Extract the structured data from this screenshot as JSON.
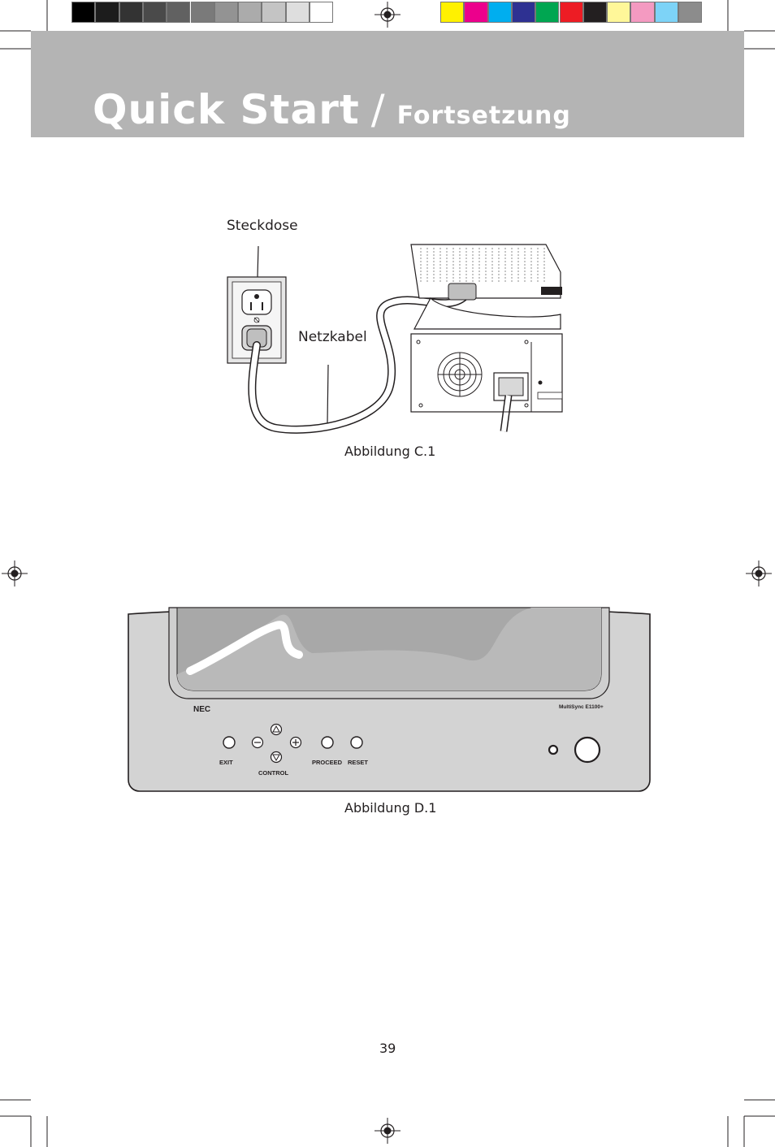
{
  "page": {
    "title_main": "Quick Start",
    "title_slash": "/",
    "title_sub": "Fortsetzung",
    "page_number": "39"
  },
  "figure_c1": {
    "outlet_label": "Steckdose",
    "cable_label": "Netzkabel",
    "caption": "Abbildung C.1"
  },
  "figure_d1": {
    "brand": "NEC",
    "model": "MultiSync E1100+",
    "exit_label": "EXIT",
    "control_label": "CONTROL",
    "proceed_label": "PROCEED",
    "reset_label": "RESET",
    "caption": "Abbildung D.1"
  },
  "color_bar": {
    "grays": [
      "#000000",
      "#1c1c1c",
      "#333333",
      "#4a4a4a",
      "#616161",
      "#7a7a7a",
      "#939393",
      "#ababab",
      "#c4c4c4",
      "#dedede",
      "#ffffff"
    ],
    "colors": [
      "#fff100",
      "#ec008c",
      "#00aeef",
      "#2e3192",
      "#00a651",
      "#ed1c24",
      "#231f20",
      "#fff799",
      "#f49ac1",
      "#7dd3f7",
      "#8c8c8c"
    ]
  }
}
